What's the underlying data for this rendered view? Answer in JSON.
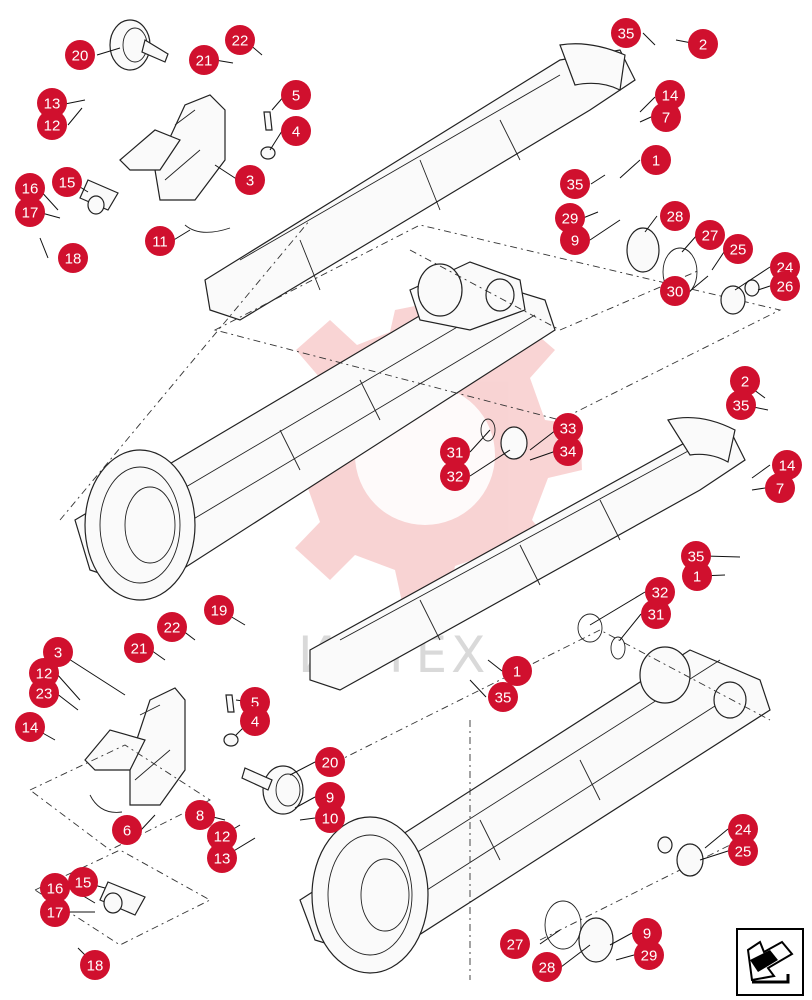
{
  "diagram": {
    "watermark_text": "ИНТЕХ",
    "callouts": [
      {
        "id": "c20a",
        "label": "20"
      },
      {
        "id": "c21a",
        "label": "21"
      },
      {
        "id": "c22a",
        "label": "22"
      },
      {
        "id": "c13a",
        "label": "13"
      },
      {
        "id": "c12a",
        "label": "12"
      },
      {
        "id": "c5a",
        "label": "5"
      },
      {
        "id": "c4a",
        "label": "4"
      },
      {
        "id": "c3a",
        "label": "3"
      },
      {
        "id": "c16a",
        "label": "16"
      },
      {
        "id": "c15a",
        "label": "15"
      },
      {
        "id": "c17a",
        "label": "17"
      },
      {
        "id": "c11a",
        "label": "11"
      },
      {
        "id": "c18a",
        "label": "18"
      },
      {
        "id": "c35a",
        "label": "35"
      },
      {
        "id": "c2a",
        "label": "2"
      },
      {
        "id": "c14a",
        "label": "14"
      },
      {
        "id": "c7a",
        "label": "7"
      },
      {
        "id": "c1a",
        "label": "1"
      },
      {
        "id": "c35b",
        "label": "35"
      },
      {
        "id": "c29a",
        "label": "29"
      },
      {
        "id": "c9a",
        "label": "9"
      },
      {
        "id": "c28a",
        "label": "28"
      },
      {
        "id": "c27a",
        "label": "27"
      },
      {
        "id": "c25a",
        "label": "25"
      },
      {
        "id": "c24a",
        "label": "24"
      },
      {
        "id": "c26a",
        "label": "26"
      },
      {
        "id": "c30a",
        "label": "30"
      },
      {
        "id": "c2b",
        "label": "2"
      },
      {
        "id": "c35c",
        "label": "35"
      },
      {
        "id": "c33a",
        "label": "33"
      },
      {
        "id": "c34a",
        "label": "34"
      },
      {
        "id": "c31a",
        "label": "31"
      },
      {
        "id": "c32a",
        "label": "32"
      },
      {
        "id": "c14b",
        "label": "14"
      },
      {
        "id": "c7b",
        "label": "7"
      },
      {
        "id": "c35d",
        "label": "35"
      },
      {
        "id": "c1b",
        "label": "1"
      },
      {
        "id": "c32b",
        "label": "32"
      },
      {
        "id": "c31b",
        "label": "31"
      },
      {
        "id": "c19a",
        "label": "19"
      },
      {
        "id": "c22b",
        "label": "22"
      },
      {
        "id": "c21b",
        "label": "21"
      },
      {
        "id": "c3b",
        "label": "3"
      },
      {
        "id": "c12b",
        "label": "12"
      },
      {
        "id": "c23a",
        "label": "23"
      },
      {
        "id": "c5b",
        "label": "5"
      },
      {
        "id": "c4b",
        "label": "4"
      },
      {
        "id": "c14c",
        "label": "14"
      },
      {
        "id": "c1c",
        "label": "1"
      },
      {
        "id": "c35e",
        "label": "35"
      },
      {
        "id": "c20b",
        "label": "20"
      },
      {
        "id": "c9b",
        "label": "9"
      },
      {
        "id": "c10a",
        "label": "10"
      },
      {
        "id": "c8a",
        "label": "8"
      },
      {
        "id": "c12c",
        "label": "12"
      },
      {
        "id": "c13b",
        "label": "13"
      },
      {
        "id": "c6a",
        "label": "6"
      },
      {
        "id": "c16b",
        "label": "16"
      },
      {
        "id": "c15b",
        "label": "15"
      },
      {
        "id": "c17b",
        "label": "17"
      },
      {
        "id": "c18b",
        "label": "18"
      },
      {
        "id": "c24b",
        "label": "24"
      },
      {
        "id": "c25b",
        "label": "25"
      },
      {
        "id": "c9c",
        "label": "9"
      },
      {
        "id": "c27b",
        "label": "27"
      },
      {
        "id": "c29b",
        "label": "29"
      },
      {
        "id": "c28b",
        "label": "28"
      }
    ],
    "nav_icon": "arrow-return-icon",
    "accent_color": "#d0102e"
  }
}
